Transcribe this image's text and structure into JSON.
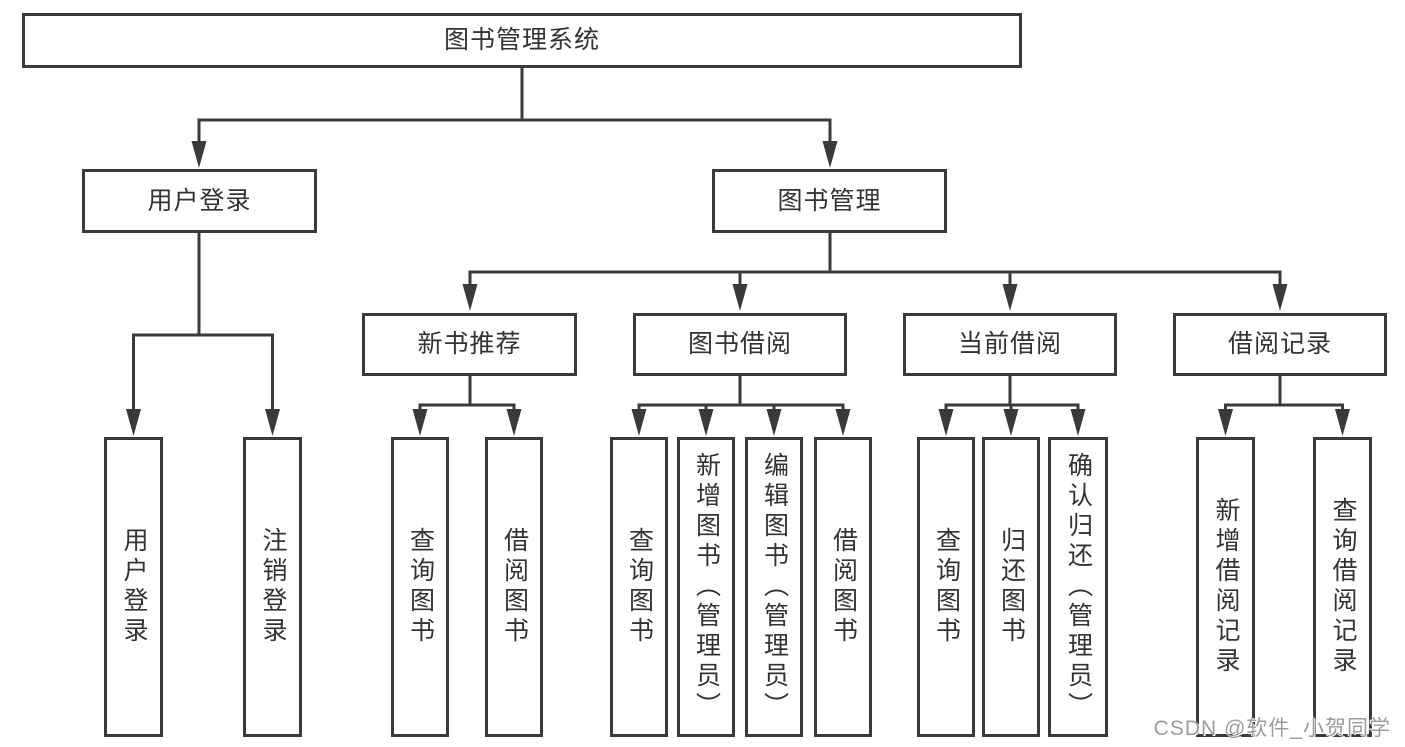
{
  "tree": {
    "root": {
      "label": "图书管理系统"
    },
    "branches": [
      {
        "label": "用户登录",
        "children": [
          {
            "label": "用户登录"
          },
          {
            "label": "注销登录"
          }
        ]
      },
      {
        "label": "图书管理",
        "children": [
          {
            "label": "新书推荐",
            "children": [
              {
                "label": "查询图书"
              },
              {
                "label": "借阅图书"
              }
            ]
          },
          {
            "label": "图书借阅",
            "children": [
              {
                "label": "查询图书"
              },
              {
                "label": "新增图书（管理员）"
              },
              {
                "label": "编辑图书（管理员）"
              },
              {
                "label": "借阅图书"
              }
            ]
          },
          {
            "label": "当前借阅",
            "children": [
              {
                "label": "查询图书"
              },
              {
                "label": "归还图书"
              },
              {
                "label": "确认归还（管理员）"
              }
            ]
          },
          {
            "label": "借阅记录",
            "children": [
              {
                "label": "新增借阅记录"
              },
              {
                "label": "查询借阅记录"
              }
            ]
          }
        ]
      }
    ]
  },
  "watermark": {
    "text": "CSDN @软件_小贺同学"
  },
  "colors": {
    "line": "#3a3a3a",
    "border": "#3a3a3a",
    "background": "#ffffff",
    "text": "#333333",
    "watermark": "#9c9c9c"
  }
}
